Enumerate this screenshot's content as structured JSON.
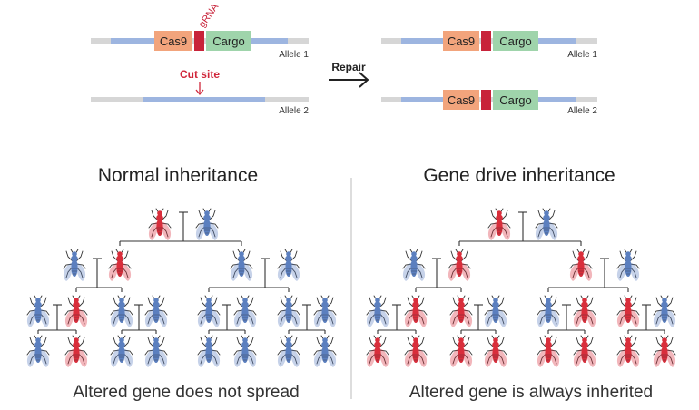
{
  "top": {
    "cas9": "Cas9",
    "cargo": "Cargo",
    "grna": "gRNA",
    "cut_site": "Cut site",
    "repair": "Repair",
    "allele1": "Allele 1",
    "allele2": "Allele 2"
  },
  "normal": {
    "title": "Normal inheritance",
    "caption": "Altered gene does not spread"
  },
  "drive": {
    "title": "Gene drive inheritance",
    "caption": "Altered gene is always inherited"
  },
  "colors": {
    "cas9": "#f2a47c",
    "cargo": "#9fd4ab",
    "grna": "#c8233a",
    "dna_blue": "#9db5e0",
    "dna_gray": "#cccccc",
    "fly_red": "#d92e3b",
    "fly_blue": "#5b7fbf",
    "cut_label": "#d0263a"
  },
  "flies": {
    "normal": {
      "parents": [
        "red",
        "blue"
      ],
      "gen1": [
        "blue",
        "red",
        "blue",
        "blue"
      ],
      "gen2": [
        "blue",
        "red",
        "blue",
        "blue",
        "blue",
        "blue",
        "blue",
        "blue"
      ],
      "gen3": [
        "blue",
        "red",
        "blue",
        "blue",
        "blue",
        "blue",
        "blue",
        "blue"
      ]
    },
    "drive": {
      "parents": [
        "red",
        "blue"
      ],
      "gen1": [
        "blue",
        "red",
        "red",
        "blue"
      ],
      "gen2": [
        "blue",
        "red",
        "red",
        "blue",
        "blue",
        "red",
        "red",
        "blue"
      ],
      "gen3": [
        "red",
        "red",
        "red",
        "red",
        "red",
        "red",
        "red",
        "red"
      ]
    }
  }
}
